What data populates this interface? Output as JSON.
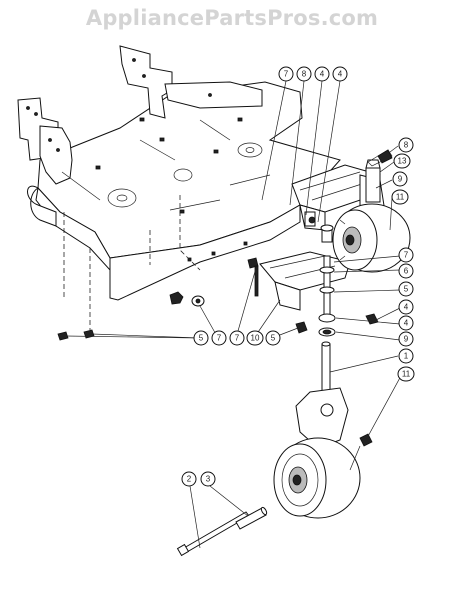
{
  "watermark": "AppliancePartsPros.com",
  "callouts": [
    {
      "id": "c1",
      "label": "7"
    },
    {
      "id": "c2",
      "label": "8"
    },
    {
      "id": "c3",
      "label": "4"
    },
    {
      "id": "c4",
      "label": "4"
    },
    {
      "id": "c5",
      "label": "8"
    },
    {
      "id": "c6",
      "label": "13"
    },
    {
      "id": "c7",
      "label": "9"
    },
    {
      "id": "c8",
      "label": "11"
    },
    {
      "id": "c9",
      "label": "7"
    },
    {
      "id": "c10",
      "label": "6"
    },
    {
      "id": "c11",
      "label": "5"
    },
    {
      "id": "c12",
      "label": "4"
    },
    {
      "id": "c13",
      "label": "4"
    },
    {
      "id": "c14",
      "label": "9"
    },
    {
      "id": "c15",
      "label": "1"
    },
    {
      "id": "c16",
      "label": "11"
    },
    {
      "id": "c17",
      "label": "5"
    },
    {
      "id": "c18",
      "label": "7"
    },
    {
      "id": "c19",
      "label": "7"
    },
    {
      "id": "c20",
      "label": "10"
    },
    {
      "id": "c21",
      "label": "5"
    },
    {
      "id": "c22",
      "label": "2"
    },
    {
      "id": "c23",
      "label": "3"
    }
  ]
}
